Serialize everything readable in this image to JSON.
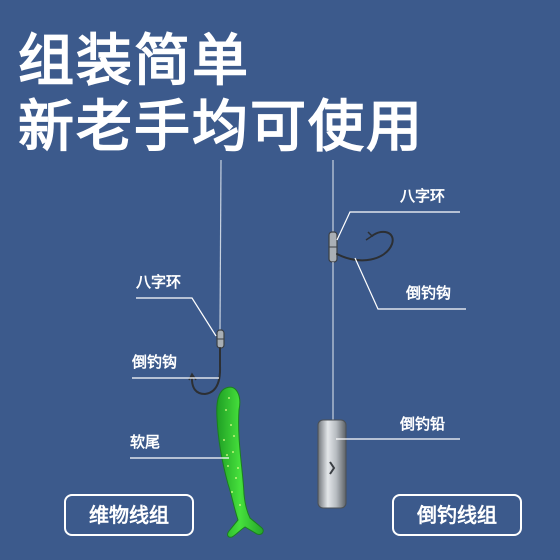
{
  "headline": {
    "line1": "组装简单",
    "line2": "新老手均可使用"
  },
  "left_rig": {
    "swivel_label": "八字环",
    "hook_label": "倒钓钩",
    "tail_label": "软尾",
    "button_label": "维物线组"
  },
  "right_rig": {
    "swivel_label": "八字环",
    "hook_label": "倒钓钩",
    "sinker_label": "倒钓铅",
    "button_label": "倒钓线组"
  },
  "colors": {
    "background": "#3c5a8c",
    "text": "#ffffff",
    "lure_green": "#33cc33",
    "line": "#c8d2e0"
  }
}
